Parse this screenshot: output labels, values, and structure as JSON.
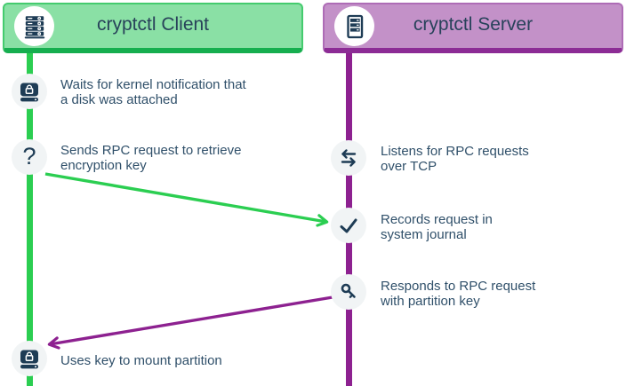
{
  "colors": {
    "client_accent": "#2bce51",
    "client_fill": "#8ae0a5",
    "client_border": "#44cb6e",
    "client_shadow": "#16ae4f",
    "server_accent": "#8d2190",
    "server_fill": "#c391c8",
    "server_border": "#ae6cb6",
    "server_shadow": "#8c2c95",
    "icon_ink": "#1e3c55",
    "text_ink": "#30506a"
  },
  "client": {
    "title": "cryptctl Client",
    "header_icon": "server-rack-icon",
    "steps": [
      {
        "icon": "encrypted-disk-icon",
        "lines": [
          "Waits for kernel notification that",
          "a disk was attached"
        ]
      },
      {
        "icon": "question-mark-icon",
        "lines": [
          "Sends RPC request to retrieve",
          "encryption key"
        ]
      },
      {
        "icon": "encrypted-disk-icon",
        "lines": [
          "Uses key to mount partition"
        ]
      }
    ]
  },
  "server": {
    "title": "cryptctl Server",
    "header_icon": "server-tower-icon",
    "steps": [
      {
        "icon": "swap-arrows-icon",
        "lines": [
          "Listens for RPC requests",
          "over TCP"
        ]
      },
      {
        "icon": "checkmark-icon",
        "lines": [
          "Records request in",
          "system journal"
        ]
      },
      {
        "icon": "key-icon",
        "lines": [
          "Responds to RPC request",
          "with partition key"
        ]
      }
    ]
  },
  "glyphs": {
    "question_mark": "?"
  },
  "arrows": [
    {
      "name": "rpc-request-arrow",
      "color": "green",
      "from": "client-question-node",
      "to": "server-check-node"
    },
    {
      "name": "rpc-response-arrow",
      "color": "purple",
      "from": "server-key-node",
      "to": "client-mount-node"
    }
  ]
}
